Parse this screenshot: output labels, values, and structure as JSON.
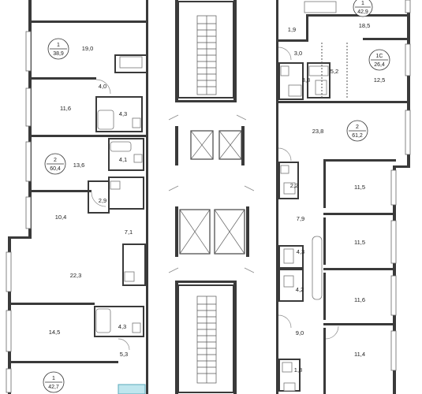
{
  "apartments": [
    {
      "rooms": "1",
      "area": "38,9"
    },
    {
      "rooms": "2",
      "area": "60,4"
    },
    {
      "rooms": "1",
      "area": "42,7"
    },
    {
      "rooms": "1",
      "area": "42,9"
    },
    {
      "rooms": "1С",
      "area": "26,4"
    },
    {
      "rooms": "2",
      "area": "61,2"
    }
  ],
  "rooms": [
    "19,0",
    "4,0",
    "11,6",
    "4,3",
    "13,6",
    "4,1",
    "2,9",
    "10,4",
    "7,1",
    "22,3",
    "14,5",
    "4,3",
    "5,3",
    "1,9",
    "18,5",
    "3,0",
    "5,2",
    "3,8",
    "12,5",
    "23,8",
    "2,2",
    "11,5",
    "7,9",
    "11,5",
    "4,3",
    "4,2",
    "11,6",
    "9,0",
    "11,4",
    "1,8"
  ]
}
